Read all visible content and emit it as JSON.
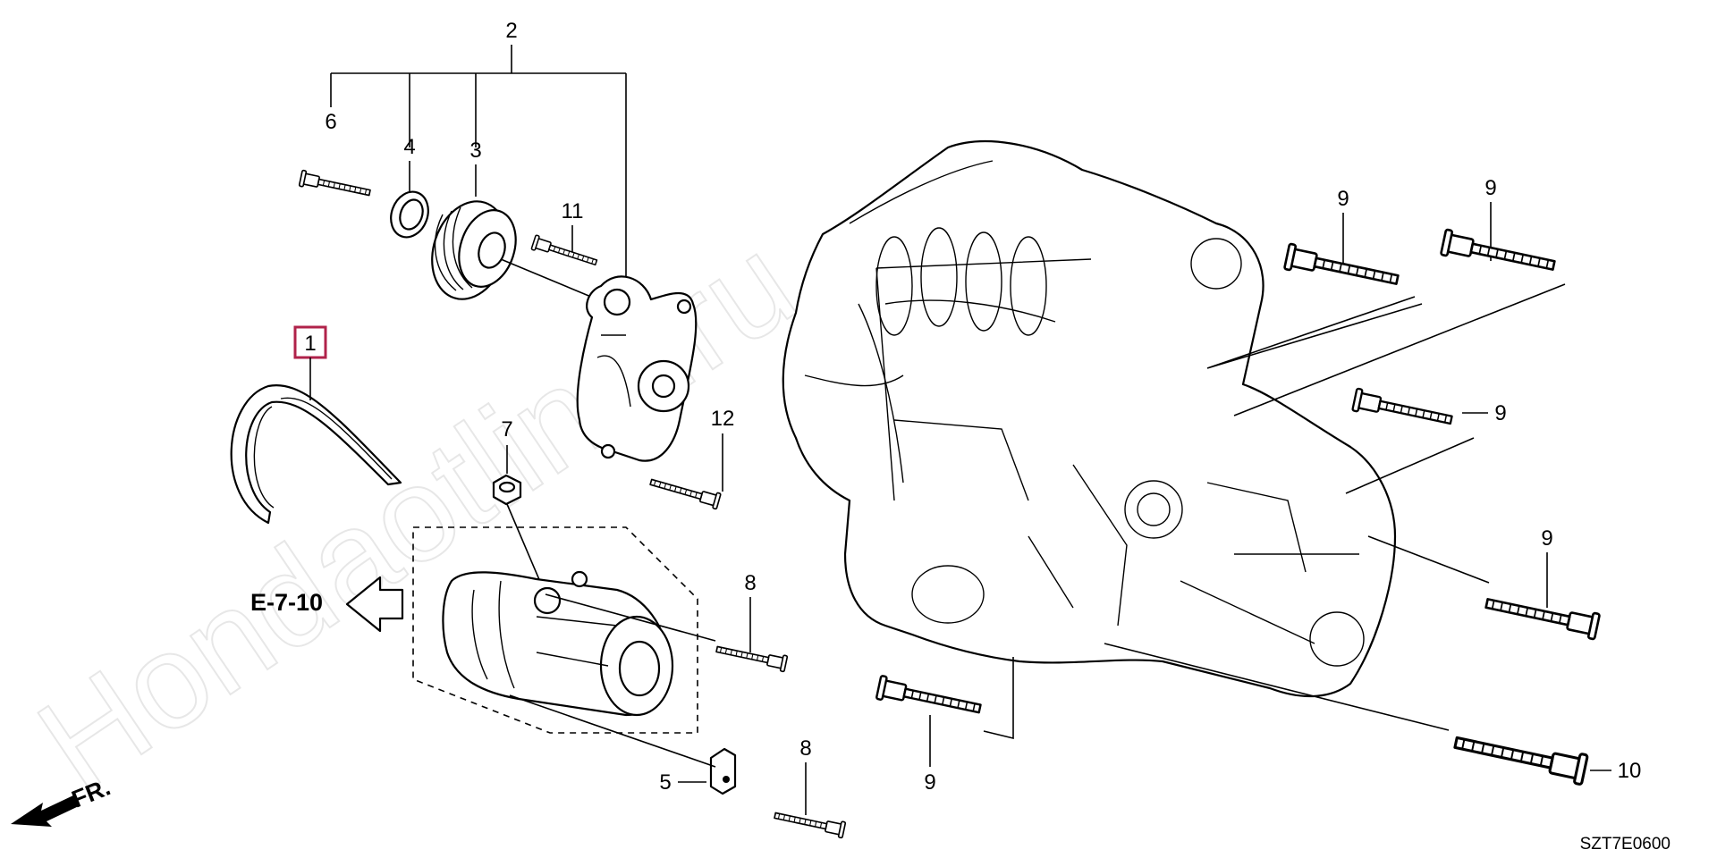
{
  "diagram": {
    "watermark": "Hondaotline.ru",
    "reference_code": "SZT7E0600",
    "cross_reference": "E-7-10",
    "front_indicator": "FR.",
    "callouts": {
      "belt": "1",
      "tensioner_assy": "2",
      "pulley": "3",
      "cap": "4",
      "bracket": "5",
      "bolt_6": "6",
      "nut_7": "7",
      "bolt_8": "8",
      "bolt_9": "9",
      "bolt_10": "10",
      "bolt_11": "11",
      "bolt_12": "12"
    }
  }
}
